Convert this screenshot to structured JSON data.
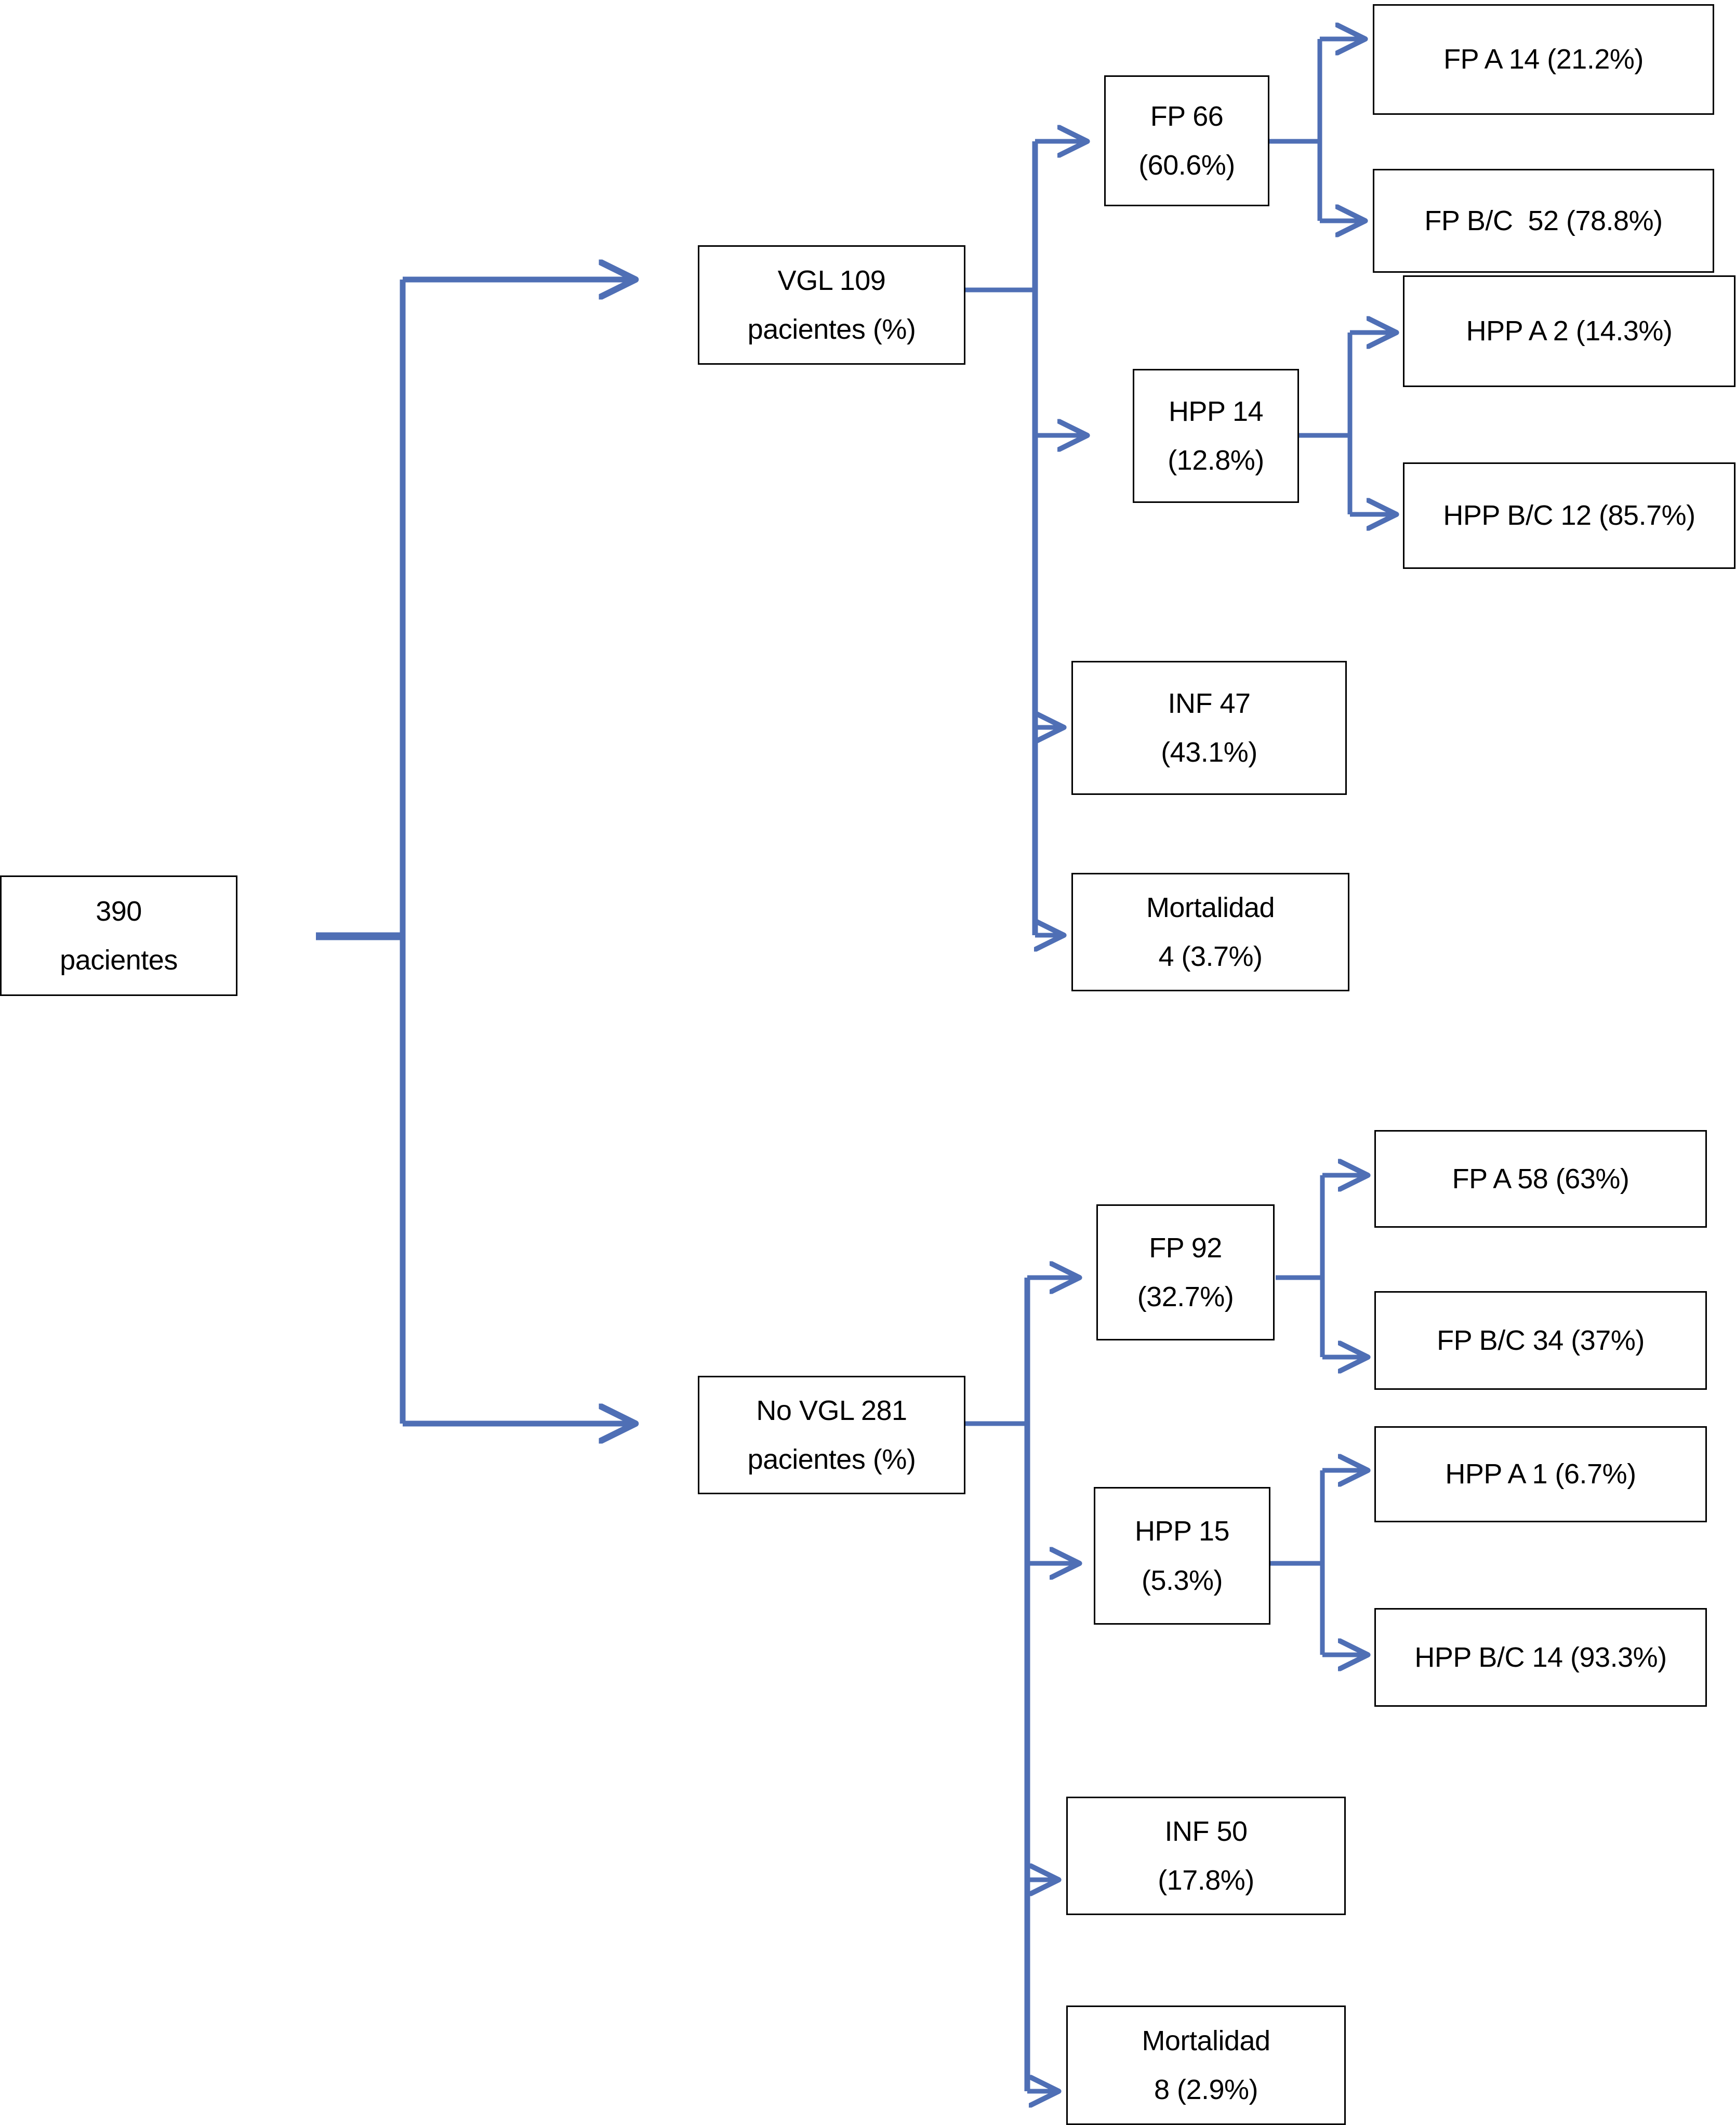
{
  "diagram": {
    "type": "flowchart",
    "orientation": "left-to-right",
    "accent_color": "#4f6fb5",
    "box_border_color": "#000000",
    "background_color": "#ffffff",
    "root": {
      "line1": "390",
      "line2": "pacientes"
    },
    "branches": [
      {
        "id": "vgl",
        "line1": "VGL 109",
        "line2": "pacientes (%)",
        "children": [
          {
            "id": "vgl-fp",
            "line1": "FP 66",
            "line2": "(60.6%)",
            "children": [
              {
                "id": "vgl-fp-a",
                "line1": "FP A 14 (21.2%)",
                "line2": ""
              },
              {
                "id": "vgl-fp-bc",
                "line1": "FP B/C  52 (78.8%)",
                "line2": ""
              }
            ]
          },
          {
            "id": "vgl-hpp",
            "line1": "HPP 14",
            "line2": "(12.8%)",
            "children": [
              {
                "id": "vgl-hpp-a",
                "line1": "HPP A 2 (14.3%)",
                "line2": ""
              },
              {
                "id": "vgl-hpp-bc",
                "line1": "HPP B/C 12 (85.7%)",
                "line2": ""
              }
            ]
          },
          {
            "id": "vgl-inf",
            "line1": "INF 47",
            "line2": "(43.1%)",
            "children": []
          },
          {
            "id": "vgl-mort",
            "line1": "Mortalidad",
            "line2": "4 (3.7%)",
            "children": []
          }
        ]
      },
      {
        "id": "novgl",
        "line1": "No VGL 281",
        "line2": "pacientes (%)",
        "children": [
          {
            "id": "novgl-fp",
            "line1": "FP 92",
            "line2": "(32.7%)",
            "children": [
              {
                "id": "novgl-fp-a",
                "line1": "FP A 58 (63%)",
                "line2": ""
              },
              {
                "id": "novgl-fp-bc",
                "line1": "FP B/C 34 (37%)",
                "line2": ""
              }
            ]
          },
          {
            "id": "novgl-hpp",
            "line1": "HPP 15",
            "line2": "(5.3%)",
            "children": [
              {
                "id": "novgl-hpp-a",
                "line1": "HPP A 1 (6.7%)",
                "line2": ""
              },
              {
                "id": "novgl-hpp-bc",
                "line1": "HPP B/C 14 (93.3%)",
                "line2": ""
              }
            ]
          },
          {
            "id": "novgl-inf",
            "line1": "INF 50",
            "line2": "(17.8%)",
            "children": []
          },
          {
            "id": "novgl-mort",
            "line1": "Mortalidad",
            "line2": "8 (2.9%)",
            "children": []
          }
        ]
      }
    ]
  }
}
